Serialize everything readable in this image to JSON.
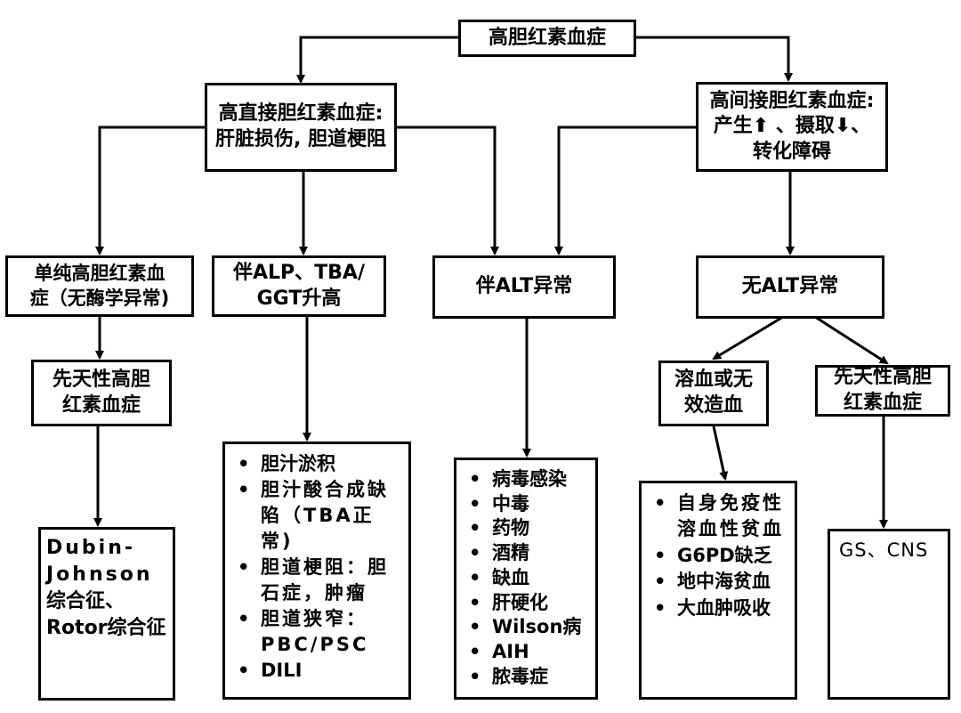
{
  "root": {
    "label": "高胆红素血症"
  },
  "direct": {
    "line1": "高直接胆红素血症:",
    "line2": "肝脏损伤, 胆道梗阻"
  },
  "indirect": {
    "line1": "高间接胆红素血症:",
    "line2": "产生⬆ 、摄取⬇、",
    "line3": "转化障碍"
  },
  "simple": {
    "line1": "单纯高胆红素血",
    "line2": "症（无酶学异常)"
  },
  "alp": {
    "line1": "伴ALP、TBA/",
    "line2": "GGT升高"
  },
  "alt_abn": {
    "label": "伴ALT异常"
  },
  "no_alt": {
    "label": "无ALT异常"
  },
  "congenital_left": {
    "line1": "先天性高胆",
    "line2": "红素血症"
  },
  "hemolysis": {
    "line1": "溶血或无",
    "line2": "效造血"
  },
  "congenital_right": {
    "line1": "先天性高胆",
    "line2": "红素血症"
  },
  "dubin": {
    "line1": "Dubin-",
    "line2": "Johnson",
    "line3": "综合征、",
    "line4": "Rotor综合征"
  },
  "cholestasis_list": [
    "胆汁淤积",
    "胆汁酸合成缺陷（TBA正常)",
    "胆道梗阻：胆石症，肿瘤",
    "胆道狭窄：PBC/PSC",
    "DILI"
  ],
  "alt_list": [
    "病毒感染",
    "中毒",
    "药物",
    "酒精",
    "缺血",
    "肝硬化",
    "Wilson病",
    "AIH",
    "脓毒症"
  ],
  "hemolysis_list": [
    "自身免疫性溶血性贫血",
    "G6PD缺乏",
    "地中海贫血",
    "大血肿吸收"
  ],
  "gs": {
    "label": "GS、CNS"
  }
}
